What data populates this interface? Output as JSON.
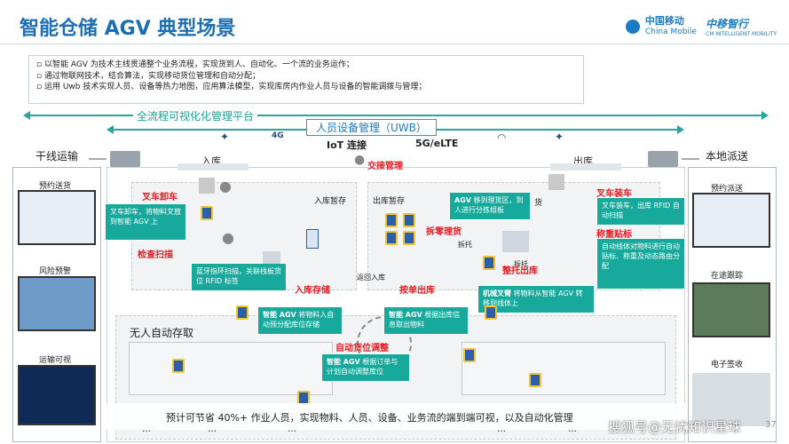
{
  "header": {
    "title": "智能仓储 AGV 典型场景",
    "logo_cm_cn": "中国移动",
    "logo_cm_en": "China Mobile",
    "logo_zy_cn": "中移智行",
    "logo_zy_en": "CM INTELLIGENT MOBILITY"
  },
  "description": [
    "以智能 AGV 为技术主线贯通整个业务流程，实现货到人、自动化、一个流的业务运作；",
    "通过物联网技术，结合算法，实现移动货位管理和自动分配；",
    "运用 Uwb 技术实现人员、设备等热力地图，应用算法模型，实现库房内作业人员与设备的智能调拨与管理；"
  ],
  "platform": "全流程可视化化管理平台",
  "personnel_mgmt": "人员设备管理（UWB）",
  "iot": "IoT 连接",
  "net": "5G/eLTE",
  "left_panel": {
    "title": "干线运输",
    "items": [
      "预约送货",
      "风险预警",
      "运输可视"
    ]
  },
  "right_panel": {
    "title": "本地派送",
    "items": [
      "预约派送",
      "在途跟踪",
      "电子签收"
    ]
  },
  "zones": {
    "inbound": "入库",
    "outbound": "出库",
    "handover": "交接管理",
    "in_buffer": "入库暂存",
    "out_buffer": "出库暂存",
    "return": "返回入库",
    "auto_storage": "无人自动存取",
    "unpack": "拆托",
    "unpack2": "拆托",
    "goods": "货"
  },
  "red_labels": {
    "forklift_unload": "叉车卸车",
    "check_scan": "检查扫描",
    "inbound_store": "入库存储",
    "pick_out": "按单出库",
    "auto_adjust": "自动货位调整",
    "split_pick": "拆零理货",
    "tidy_out": "整托出库",
    "forklift_load": "叉车装车",
    "weigh_label": "称重贴标"
  },
  "teal_boxes": {
    "forklift_desc": "叉车卸车，将物料叉放到智能 AGV 上",
    "bt_scan": "蓝牙指环扫描，关联栈板货位 RFID 标签",
    "agv_in": "将物料入自动预分配库位存储",
    "agv_in_bold": "智能 AGV",
    "agv_out_bold": "智能 AGV",
    "agv_out": "根据出库信息取出物料",
    "agv_adjust_bold": "智能 AGV",
    "agv_adjust": "根据订单与计划自动调整库位",
    "agv_pick_bold": "AGV",
    "agv_pick": "移到理货区，到人进行分拣组板",
    "arm_bold": "机械叉臂",
    "arm": "将物料从智能 AGV 转移到线体上",
    "load_desc": "叉车装车，出库 RFID 自动扫描",
    "line_desc": "自动线体对物料进行自动贴标、称重及动态路由分配"
  },
  "footer": "预计可节省 40%+ 作业人员，实现物料、人员、设备、业务流的端到端可视，以及自动化管理",
  "watermark": "搜狐号@无忧知识星球",
  "page_no": "37",
  "ellipsis": "…"
}
